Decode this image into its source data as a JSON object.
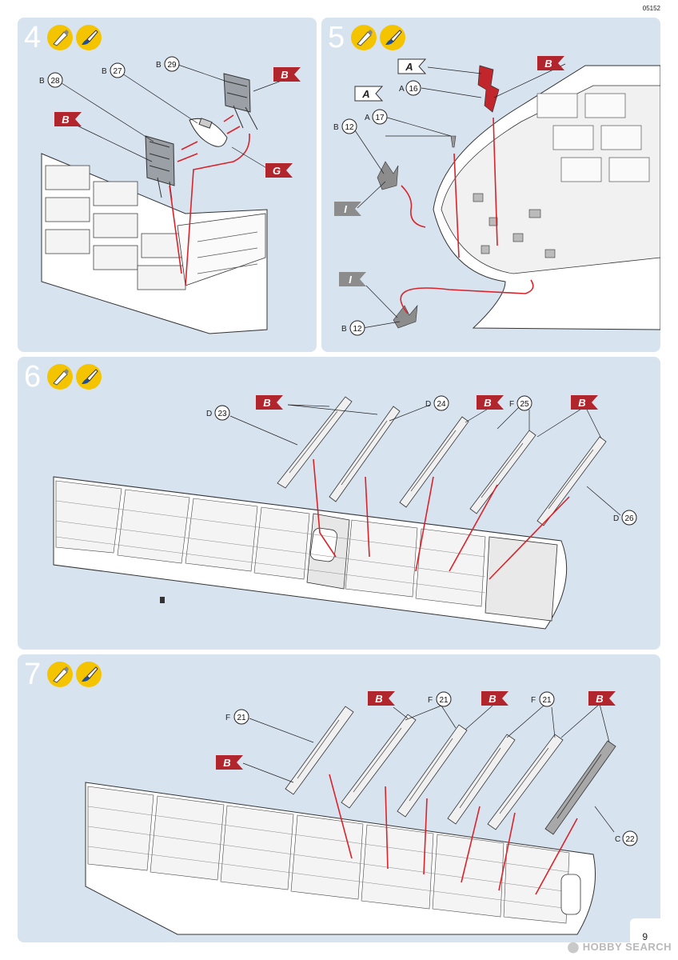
{
  "page": {
    "doc_code": "05152",
    "page_number": "9",
    "watermark": "HOBBY SEARCH"
  },
  "steps": [
    {
      "number": "4",
      "icons": [
        "glue-tube-icon",
        "paint-brush-icon"
      ],
      "callouts": [
        {
          "letter": "B",
          "part": "29"
        },
        {
          "letter": "B",
          "part": "27"
        },
        {
          "letter": "B",
          "part": "28"
        }
      ],
      "flags": [
        {
          "label": "B",
          "style": "red"
        },
        {
          "label": "B",
          "style": "red"
        },
        {
          "label": "G",
          "style": "red"
        }
      ]
    },
    {
      "number": "5",
      "icons": [
        "glue-tube-icon",
        "paint-brush-icon"
      ],
      "callouts": [
        {
          "letter": "A",
          "part": "16"
        },
        {
          "letter": "A",
          "part": "17"
        },
        {
          "letter": "B",
          "part": "12"
        },
        {
          "letter": "B",
          "part": "12"
        }
      ],
      "flags": [
        {
          "label": "A",
          "style": "white"
        },
        {
          "label": "A",
          "style": "white"
        },
        {
          "label": "B",
          "style": "red"
        },
        {
          "label": "I",
          "style": "grey"
        },
        {
          "label": "I",
          "style": "grey"
        }
      ]
    },
    {
      "number": "6",
      "icons": [
        "glue-tube-icon",
        "paint-brush-icon"
      ],
      "callouts": [
        {
          "letter": "D",
          "part": "23"
        },
        {
          "letter": "D",
          "part": "24"
        },
        {
          "letter": "F",
          "part": "25"
        },
        {
          "letter": "D",
          "part": "26"
        }
      ],
      "flags": [
        {
          "label": "B",
          "style": "red"
        },
        {
          "label": "B",
          "style": "red"
        },
        {
          "label": "B",
          "style": "red"
        }
      ]
    },
    {
      "number": "7",
      "icons": [
        "glue-tube-icon",
        "paint-brush-icon"
      ],
      "callouts": [
        {
          "letter": "F",
          "part": "21"
        },
        {
          "letter": "F",
          "part": "21"
        },
        {
          "letter": "F",
          "part": "21"
        },
        {
          "letter": "C",
          "part": "22"
        }
      ],
      "flags": [
        {
          "label": "B",
          "style": "red"
        },
        {
          "label": "B",
          "style": "red"
        },
        {
          "label": "B",
          "style": "red"
        },
        {
          "label": "B",
          "style": "red"
        }
      ]
    }
  ],
  "colors": {
    "panel_bg": "#d8e3f0",
    "flag_red": "#b0262c",
    "arrow_red": "#d8242a",
    "icon_yellow": "#f5c400",
    "flag_grey": "#8c8c8c"
  }
}
